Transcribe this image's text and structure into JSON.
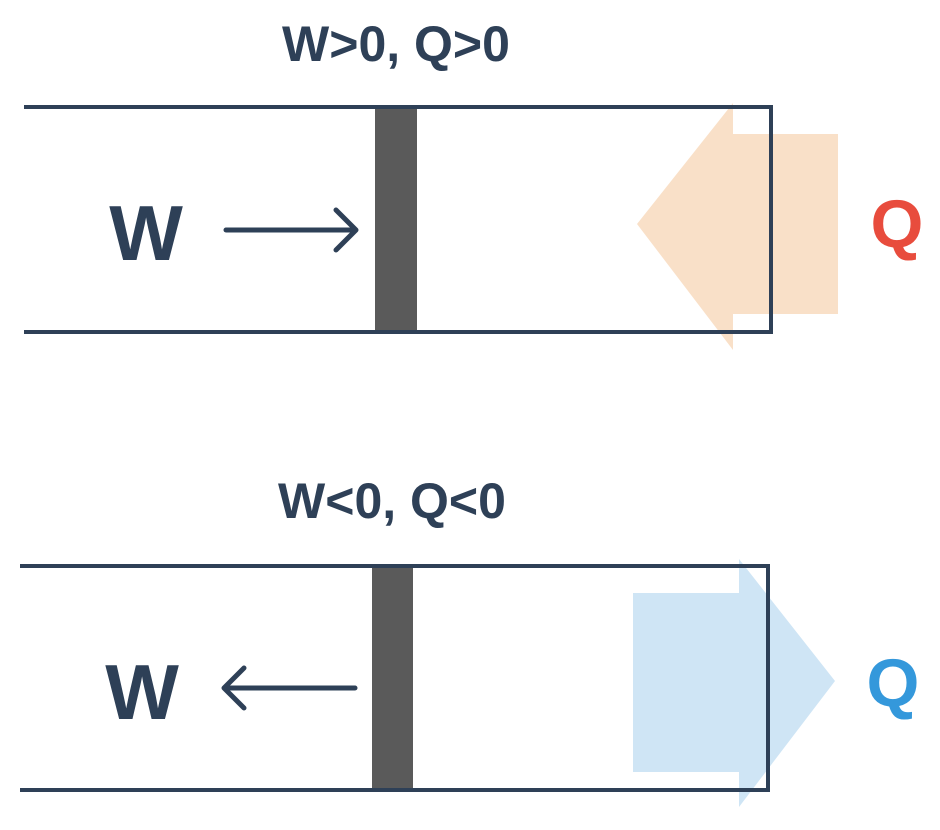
{
  "panels": [
    {
      "caption": "W>0, Q>0",
      "work_label": "W",
      "work_direction": "right",
      "heat_label": "Q",
      "heat_direction": "into cylinder",
      "heat_arrow_color": "#f9e0c8",
      "heat_label_color": "#e84c3d"
    },
    {
      "caption": "W<0, Q<0",
      "work_label": "W",
      "work_direction": "left",
      "heat_label": "Q",
      "heat_direction": "out of cylinder",
      "heat_arrow_color": "#cfe5f5",
      "heat_label_color": "#3498db"
    }
  ],
  "colors": {
    "ink": "#2e4057",
    "piston": "#5a5a5a"
  }
}
